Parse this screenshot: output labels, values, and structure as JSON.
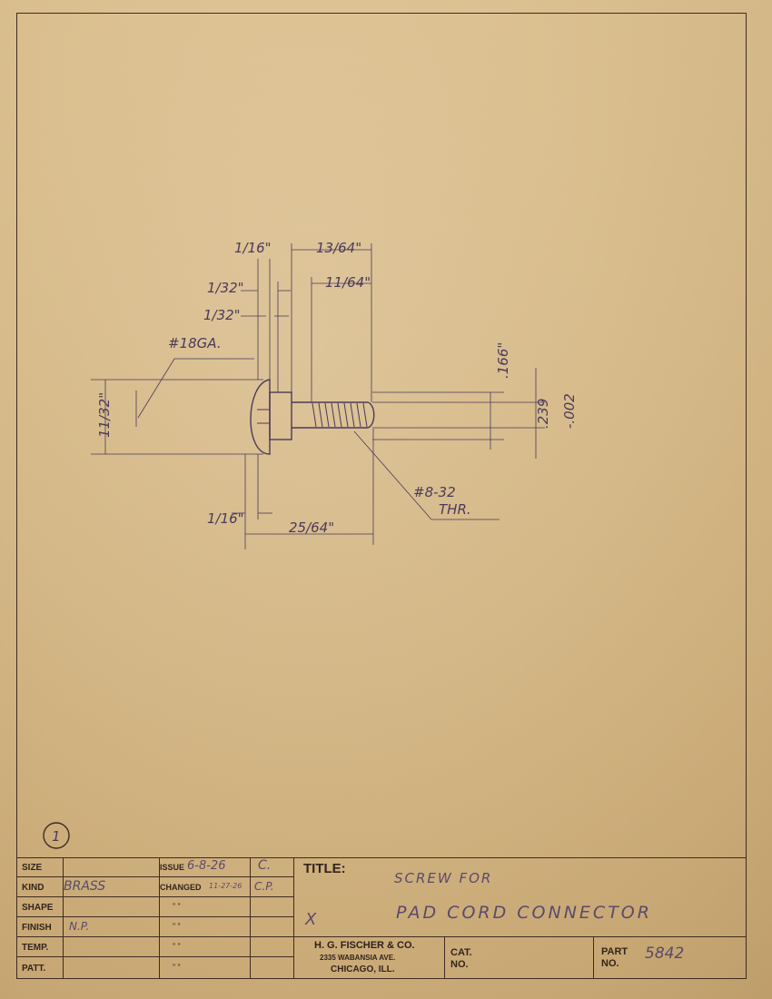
{
  "sheet_number": "1",
  "drawing": {
    "labels": {
      "d_1_16_top": "1/16\"",
      "d_13_64": "13/64\"",
      "d_1_32_a": "1/32\"",
      "d_11_64": "11/64\"",
      "d_1_32_b": "1/32\"",
      "gauge": "#18GA.",
      "d_11_32": "11/32\"",
      "d_166": ".166\"",
      "d_239": ".239",
      "d_tol": "-.002",
      "thread_1": "#8-32",
      "thread_2": "THR.",
      "d_1_16_bottom": "1/16\"",
      "d_25_64": "25/64\""
    }
  },
  "title_block": {
    "rows": [
      {
        "label": "SIZE",
        "value": ""
      },
      {
        "label": "KIND",
        "value": "BRASS"
      },
      {
        "label": "SHAPE",
        "value": ""
      },
      {
        "label": "FINISH",
        "value": "N.P."
      },
      {
        "label": "TEMP.",
        "value": ""
      },
      {
        "label": "PATT.",
        "value": ""
      }
    ],
    "issue_label": "ISSUE",
    "issue_value": "6-8-26",
    "issue_initial": "C.",
    "changed_label": "CHANGED",
    "changed_value": "11-27-26",
    "changed_initial": "C.P.",
    "ditto": "” ”",
    "title_label": "TITLE:",
    "title_line1": "SCREW FOR",
    "title_line2": "PAD CORD CONNECTOR",
    "title_mark": "X",
    "company": {
      "name": "H. G. FISCHER & CO.",
      "address": "2335 WABANSIA AVE.",
      "city": "CHICAGO, ILL."
    },
    "cat_label_1": "CAT.",
    "cat_label_2": "NO.",
    "cat_value": "",
    "part_label_1": "PART",
    "part_label_2": "NO.",
    "part_value": "5842"
  }
}
